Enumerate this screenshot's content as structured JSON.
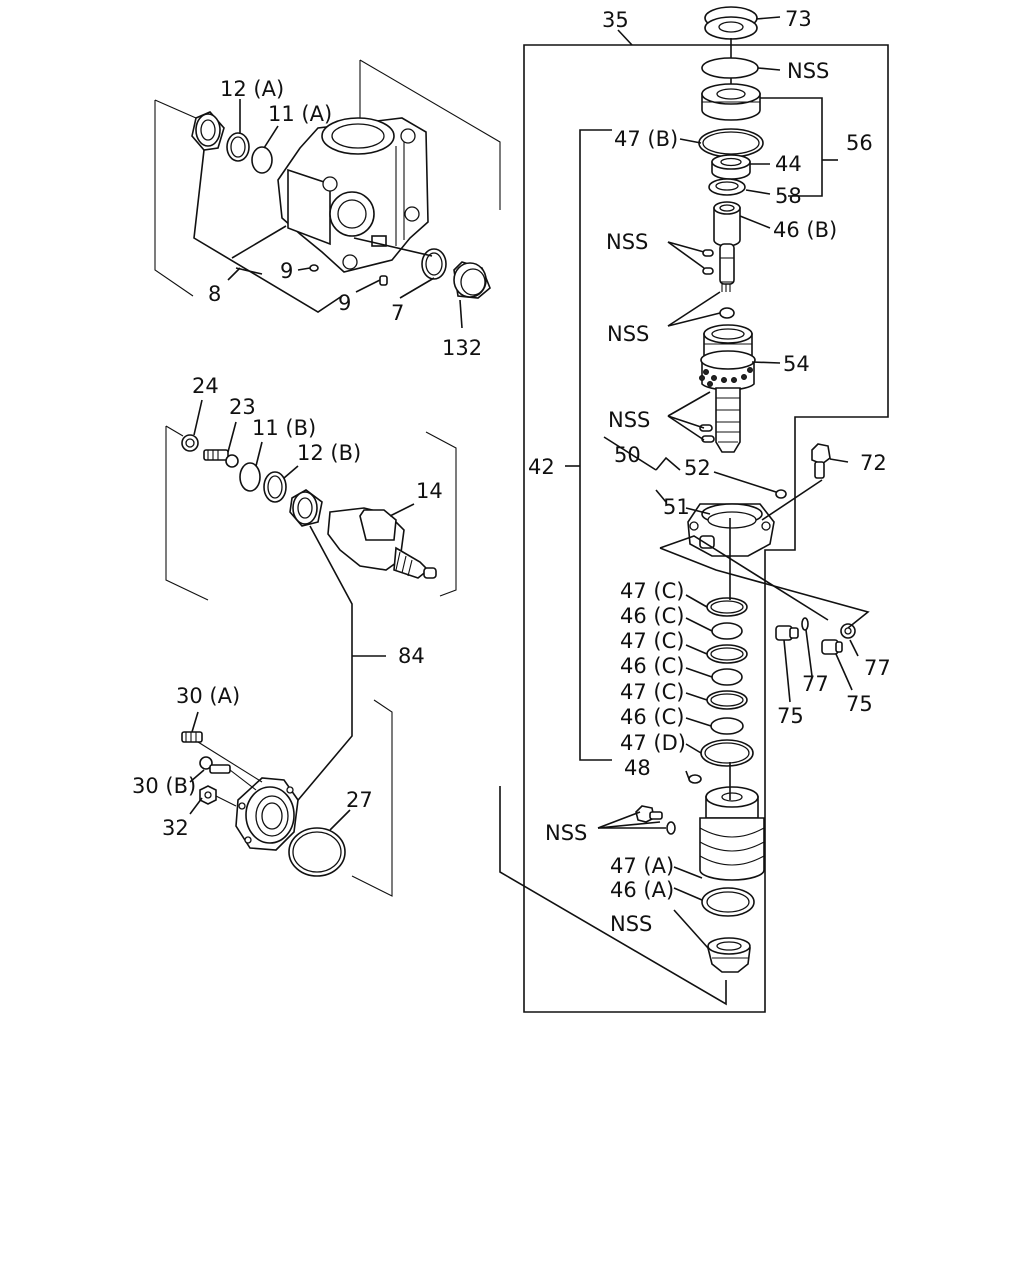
{
  "labels": {
    "l35": "35",
    "l73": "73",
    "lNSS_top": "NSS",
    "l56": "56",
    "l47B": "47 (B)",
    "l44": "44",
    "l58": "58",
    "l46B": "46 (B)",
    "lNSS_1": "NSS",
    "lNSS_2": "NSS",
    "l54": "54",
    "lNSS_3": "NSS",
    "l42": "42",
    "l50": "50",
    "l52": "52",
    "l72": "72",
    "l51": "51",
    "l47C_1": "47 (C)",
    "l46C_1": "46 (C)",
    "l47C_2": "47 (C)",
    "l46C_2": "46 (C)",
    "l47C_3": "47 (C)",
    "l46C_3": "46 (C)",
    "l47D": "47 (D)",
    "l48": "48",
    "l77a": "77",
    "l77b": "77",
    "l75a": "75",
    "l75b": "75",
    "lNSS_4": "NSS",
    "l47A": "47 (A)",
    "l46A": "46 (A)",
    "lNSS_5": "NSS",
    "l12A": "12 (A)",
    "l11A": "11 (A)",
    "l8": "8",
    "l9a": "9",
    "l9b": "9",
    "l7": "7",
    "l132": "132",
    "l24": "24",
    "l23": "23",
    "l11B": "11 (B)",
    "l12B": "12 (B)",
    "l14": "14",
    "l84": "84",
    "l30A": "30 (A)",
    "l30B": "30 (B)",
    "l32": "32",
    "l27": "27"
  }
}
